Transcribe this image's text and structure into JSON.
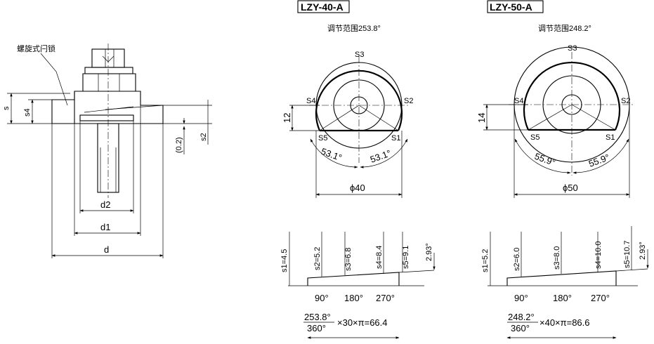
{
  "left_view": {
    "callout": "螺旋式闩锁",
    "dims": {
      "s": "s",
      "s4": "s4",
      "s2": "s2",
      "gap": "(0.2)",
      "d2": "d2",
      "d1": "d1",
      "d": "d"
    }
  },
  "lzy40": {
    "title": "LZY-40-A",
    "range": "调节范围253.8°",
    "pos": {
      "s1": "S1",
      "s2": "S2",
      "s3": "S3",
      "s4": "S4",
      "s5": "S5"
    },
    "height": "12",
    "angle_left": "53.1°",
    "angle_right": "53.1°",
    "dia": "ϕ40",
    "steps": [
      "s1=4.5",
      "s2=5.2",
      "s3=6.8",
      "s4=8.4",
      "s5=9.1"
    ],
    "slope": "2.93°",
    "deg": [
      "90°",
      "180°",
      "270°"
    ],
    "frac_num": "253.8°",
    "frac_den": "360°",
    "formula": "×30×π=66.4"
  },
  "lzy50": {
    "title": "LZY-50-A",
    "range": "调节范围248.2°",
    "pos": {
      "s1": "S1",
      "s2": "S2",
      "s3": "S3",
      "s4": "S4",
      "s5": "S5"
    },
    "height": "14",
    "angle_left": "55.9°",
    "angle_right": "55.9°",
    "dia": "ϕ50",
    "steps": [
      "s1=5.2",
      "s2=6.0",
      "s3=8.0",
      "s4=10.0",
      "s5=10.7"
    ],
    "slope": "2.93°",
    "deg": [
      "90°",
      "180°",
      "270°"
    ],
    "frac_num": "248.2°",
    "frac_den": "360°",
    "formula": "×40×π=86.6"
  }
}
